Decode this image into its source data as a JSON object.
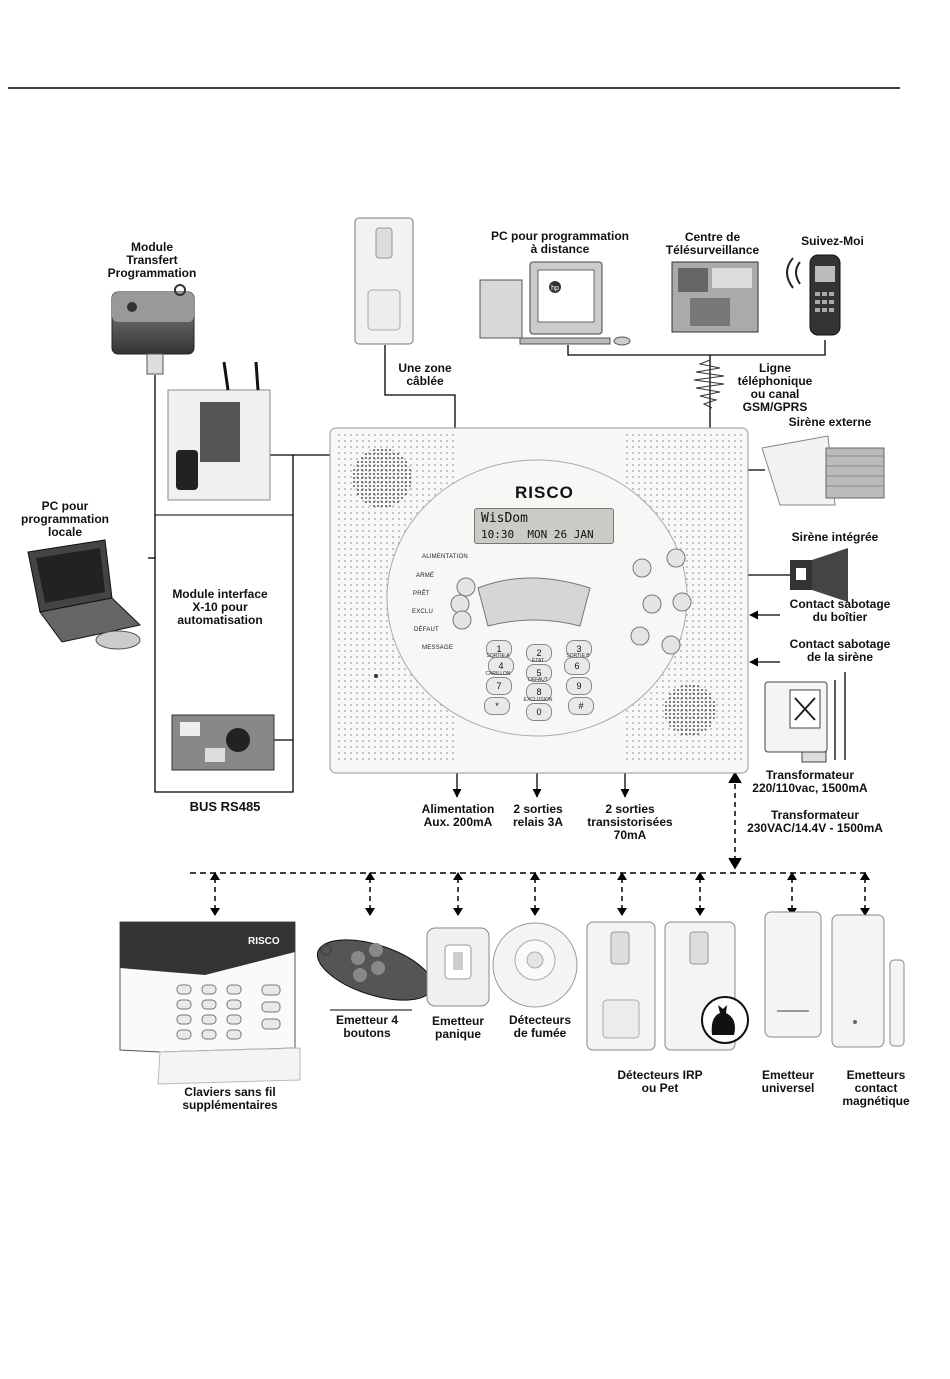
{
  "module_transfert": "Module\nTransfert\nProgrammation",
  "pc_distance": "PC pour programmation\nà distance",
  "centre": "Centre de\nTélésurveillance",
  "suivez_moi": "Suivez-Moi",
  "zone_cablee": "Une zone\ncâblée",
  "ligne": "Ligne\ntéléphonique\nou canal\nGSM/GPRS",
  "sirene_externe": "Sirène externe",
  "sirene_integree": "Sirène intégrée",
  "sabotage_boitier": "Contact sabotage\ndu boîtier",
  "sabotage_sirene": "Contact sabotage\nde la sirène",
  "pc_locale": "PC pour\nprogrammation\nlocale",
  "module_x10": "Module interface\nX-10 pour\nautomatisation",
  "bus": "BUS RS485",
  "transfo1": "Transformateur\n220/110vac, 1500mA",
  "transfo2": "Transformateur\n230VAC/14.4V - 1500mA",
  "alim": "Alimentation\nAux. 200mA",
  "relais": "2 sorties\nrelais 3A",
  "transist": "2 sorties\ntransistorisées\n70mA",
  "emetteur4": "Emetteur 4\nboutons",
  "panique": "Emetteur\npanique",
  "fumee": "Détecteurs\nde fumée",
  "irp": "Détecteurs IRP\nou Pet",
  "universel": "Emetteur\nuniversel",
  "magnetique": "Emetteurs\ncontact\nmagnétique",
  "claviers": "Claviers sans fil\nsupplémentaires",
  "panel": {
    "brand": "RISCO",
    "lcd_line1": "WisDom",
    "lcd_line2": "10:30  MON 26 JAN",
    "leds": [
      "ALIMENTATION",
      "ARMÉ",
      "PRÊT",
      "EXCLU",
      "DÉFAUT",
      "MESSAGE"
    ],
    "keys": [
      "1",
      "2",
      "3",
      "4",
      "5",
      "6",
      "7",
      "8",
      "9",
      "*",
      "0",
      "#"
    ],
    "key_captions": [
      "SORTIE A",
      "ÉTAT",
      "SORTIE B",
      "CARILLON",
      "DÉFAUT",
      "EXCLUSION"
    ]
  },
  "keypad_brand": "RISCO",
  "hp_logo": "hp"
}
